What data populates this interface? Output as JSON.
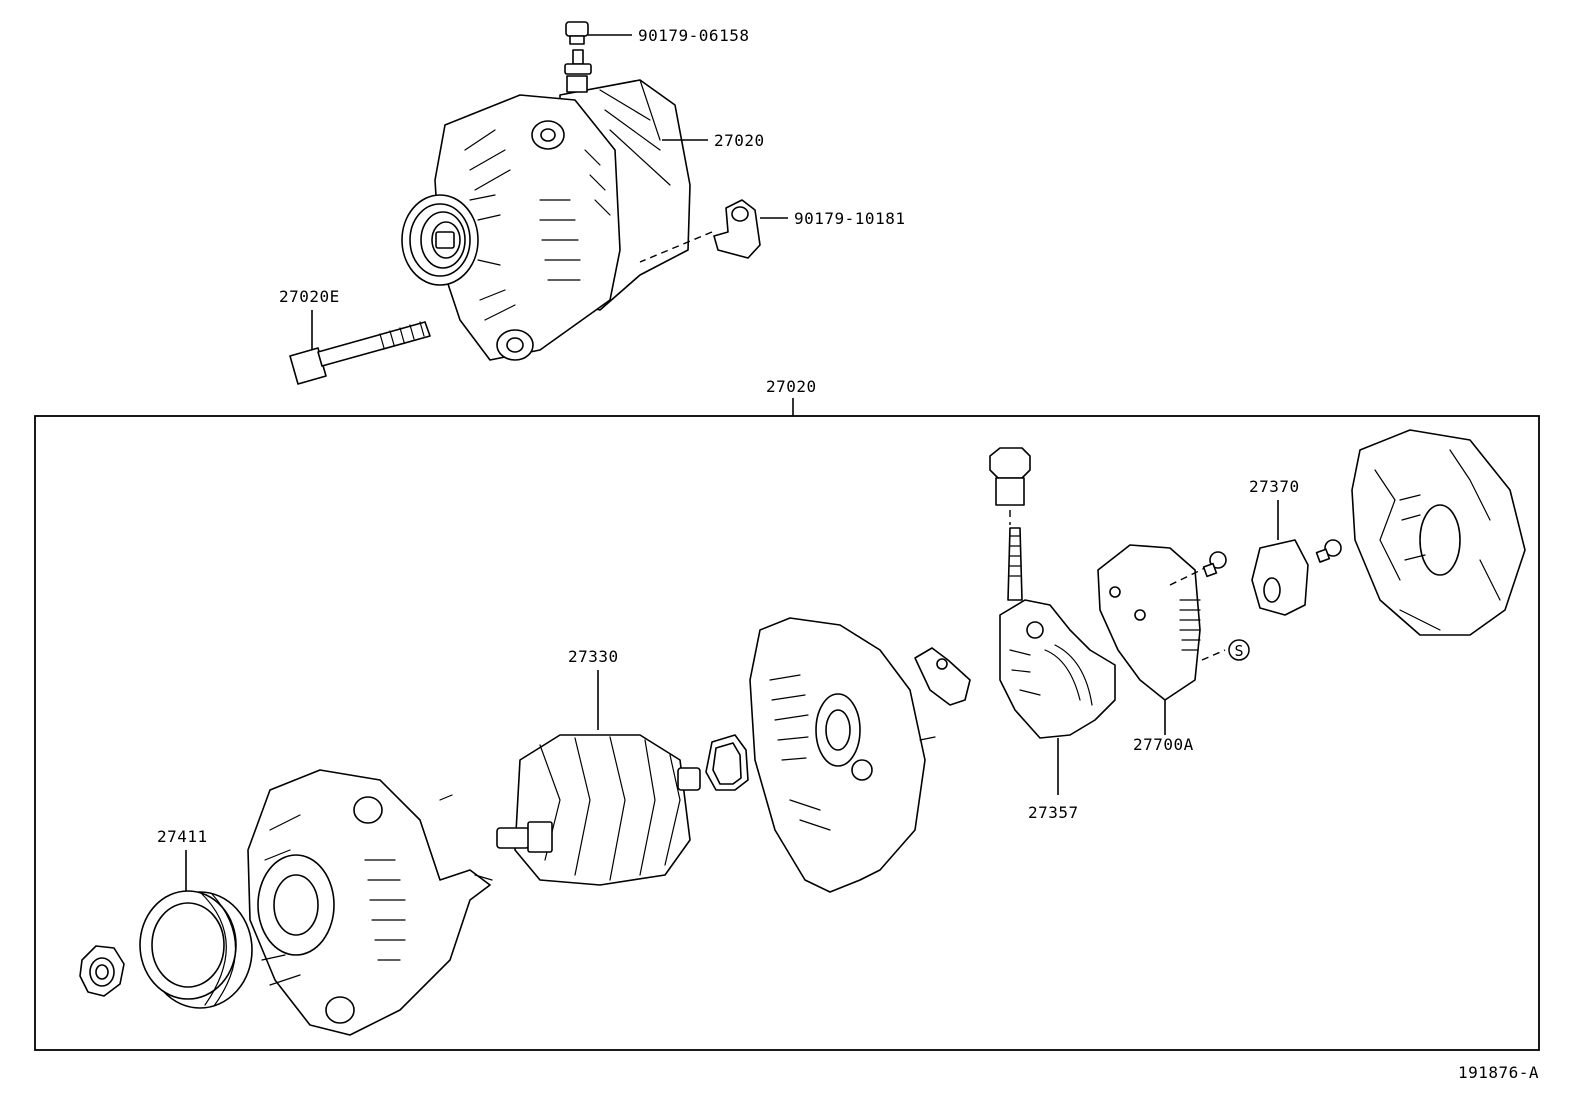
{
  "diagram_id": "191876-A",
  "assembly_label": "27020",
  "parts": {
    "bolt_top": "90179-06158",
    "alternator": "27020",
    "terminal_cap": "90179-10181",
    "through_bolt": "27020E",
    "pulley": "27411",
    "rotor": "27330",
    "brush_holder": "27357",
    "regulator": "27700A",
    "terminal_insulator": "27370"
  },
  "symbols": {
    "sealant_mark": "S"
  }
}
